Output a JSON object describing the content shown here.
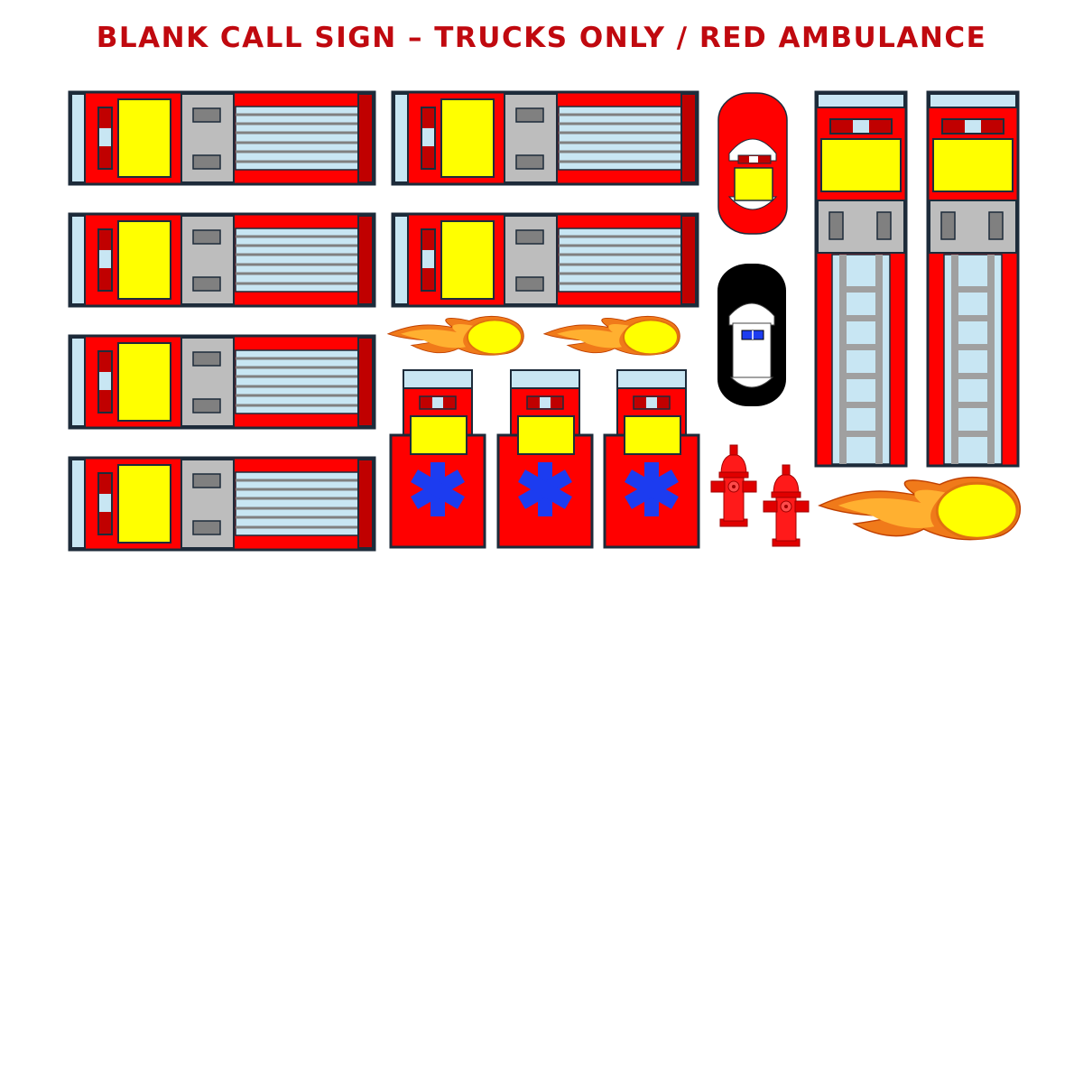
{
  "title": "BLANK CALL SIGN – TRUCKS ONLY / RED AMBULANCE",
  "colors": {
    "title": "#c0090f",
    "truck_red": "#ff0000",
    "outline": "#1d2b3a",
    "light_blue": "#c8e6f3",
    "yellow": "#ffff00",
    "grey": "#bdbdbd",
    "dark_grey": "#808080",
    "star_blue": "#1c3cf0",
    "dark_red": "#c00000",
    "flame_orange": "#f07a1a",
    "black": "#000000"
  },
  "stickers": [
    {
      "kind": "fire-engine-side",
      "count": 6
    },
    {
      "kind": "ladder-truck",
      "count": 2
    },
    {
      "kind": "red-car",
      "count": 1
    },
    {
      "kind": "police-car",
      "count": 1
    },
    {
      "kind": "red-ambulance",
      "count": 3
    },
    {
      "kind": "fire-hydrant",
      "count": 2
    },
    {
      "kind": "flame",
      "count": 3
    }
  ]
}
